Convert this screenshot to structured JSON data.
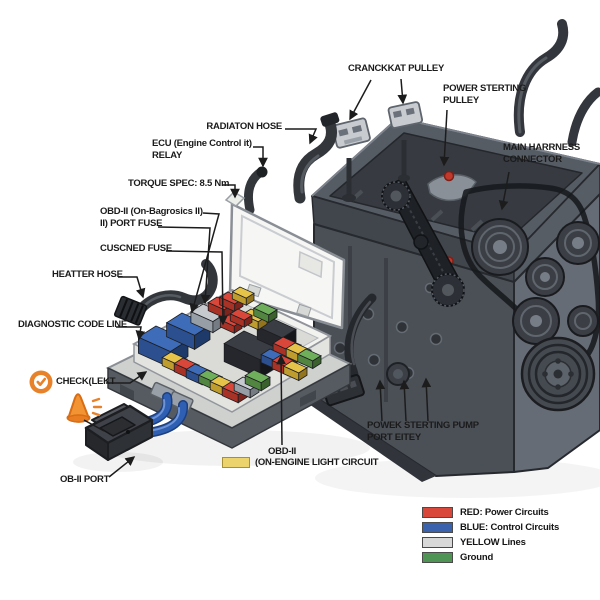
{
  "figure": {
    "type": "engine-fuse-box-annotated-diagram",
    "background": "#ffffff"
  },
  "labels": {
    "crankshaft_pulley": "CRANCKKAT PULLEY",
    "power_steering_pulley": "POWER STERTING\nPULLEY",
    "main_harness_connector": "MAIN HARRNESS\nCONNECTOR",
    "radiator_hose": "RADIATON HOSE",
    "ecu_relay": "ECU (Engine Control it)\nRELAY",
    "torque_spec": "TORQUE SPEC: 8.5 Nm",
    "obd_port_fuse": "OBD-II (On-Bagrosics II)\nII) PORT FUSE",
    "cuscned_fuse": "CUSCNED FUSE",
    "heater_hose": "HEATTER HOSE",
    "diagnostic_code_line": "DIAGNOSTIC CODE LINE",
    "checklekt": "CHECK(LEKT",
    "ob_ii_port": "OB-II PORT",
    "obd_light_title": "OBD-II",
    "obd_light_caption": "(ON-ENGINE LIGHT CIRCUIT",
    "power_steering_pump": "POWEK STERTING PUMP\nPORT EITEY"
  },
  "legend": {
    "items": [
      {
        "label": "RED: Power Circuits",
        "color": "#d9473b"
      },
      {
        "label": "BLUE: Control Circuits",
        "color": "#3b63ad"
      },
      {
        "label": "YELLOW Lines",
        "color": "#d8d8d8"
      },
      {
        "label": "Ground",
        "color": "#4f9355"
      }
    ]
  },
  "icons": {
    "checklekt_badge": "orange-check-badge",
    "warning_light": "orange-indicator-cone",
    "obd_light_swatch_color": "#ecd36b"
  },
  "colors": {
    "label_text": "#1b1b1b",
    "leader_line": "#1c1c1c",
    "accent_orange": "#e8822a"
  }
}
